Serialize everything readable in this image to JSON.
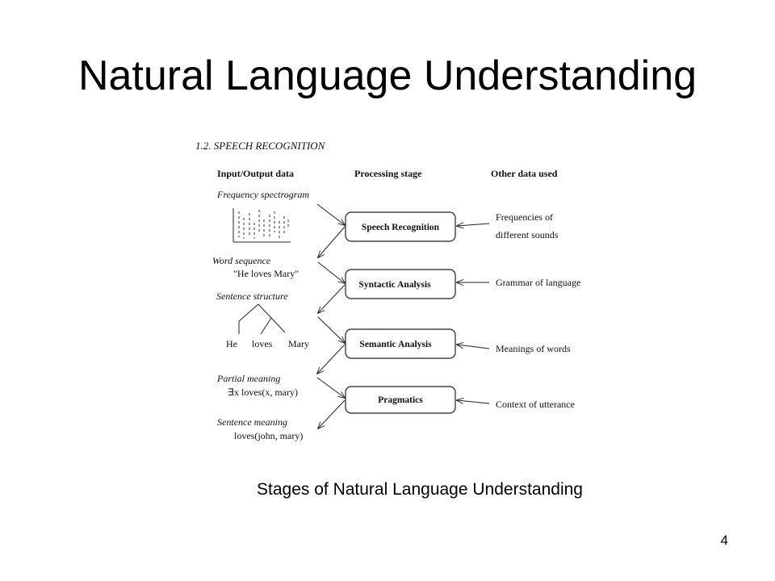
{
  "slide": {
    "title": "Natural Language Understanding",
    "caption": "Stages of Natural Language Understanding",
    "page_number": "4"
  },
  "figure": {
    "section": "1.2.  SPEECH RECOGNITION",
    "headers": {
      "io": "Input/Output data",
      "stage": "Processing stage",
      "other": "Other data used"
    },
    "io_labels": {
      "spectrogram": "Frequency spectrogram",
      "word_sequence": "Word sequence",
      "word_sequence_value": "\"He loves Mary\"",
      "sentence_structure": "Sentence structure",
      "partial_meaning": "Partial meaning",
      "partial_meaning_value": "x loves(x, mary)",
      "exists_symbol": "∃",
      "sentence_meaning": "Sentence meaning",
      "sentence_meaning_value": "loves(john, mary)"
    },
    "tree_leaves": [
      "He",
      "loves",
      "Mary"
    ],
    "stages": [
      "Speech Recognition",
      "Syntactic Analysis",
      "Semantic Analysis",
      "Pragmatics"
    ],
    "other_data": {
      "speech_line1": "Frequencies of",
      "speech_line2": "different sounds",
      "syntactic": "Grammar of language",
      "semantic": "Meanings of words",
      "pragmatics": "Context of utterance"
    }
  }
}
